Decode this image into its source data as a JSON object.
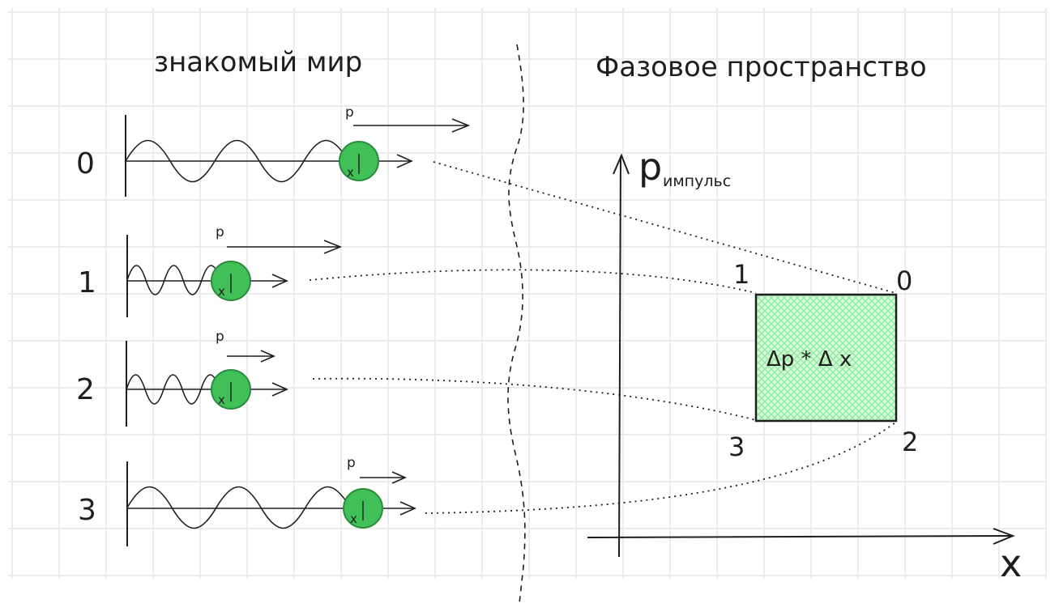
{
  "titles": {
    "left": "знакомый мир",
    "right": "Фазовое пространство"
  },
  "rows": [
    {
      "label": "0",
      "momentum": "p",
      "position": "x"
    },
    {
      "label": "1",
      "momentum": "p",
      "position": "x"
    },
    {
      "label": "2",
      "momentum": "p",
      "position": "x"
    },
    {
      "label": "3",
      "momentum": "p",
      "position": "x"
    }
  ],
  "phase_plot": {
    "y_axis_symbol": "p",
    "y_axis_subscript": "импульс",
    "x_axis_label": "x",
    "corners": {
      "top_left": "1",
      "top_right": "0",
      "bottom_left": "3",
      "bottom_right": "2"
    },
    "area_label": "Δp * Δ x"
  },
  "colors": {
    "ink": "#1e1e1e",
    "particle_fill": "#40c057",
    "particle_stroke": "#2b8a3e",
    "hatch": "#b2f2bb",
    "grid": "#ececec"
  }
}
